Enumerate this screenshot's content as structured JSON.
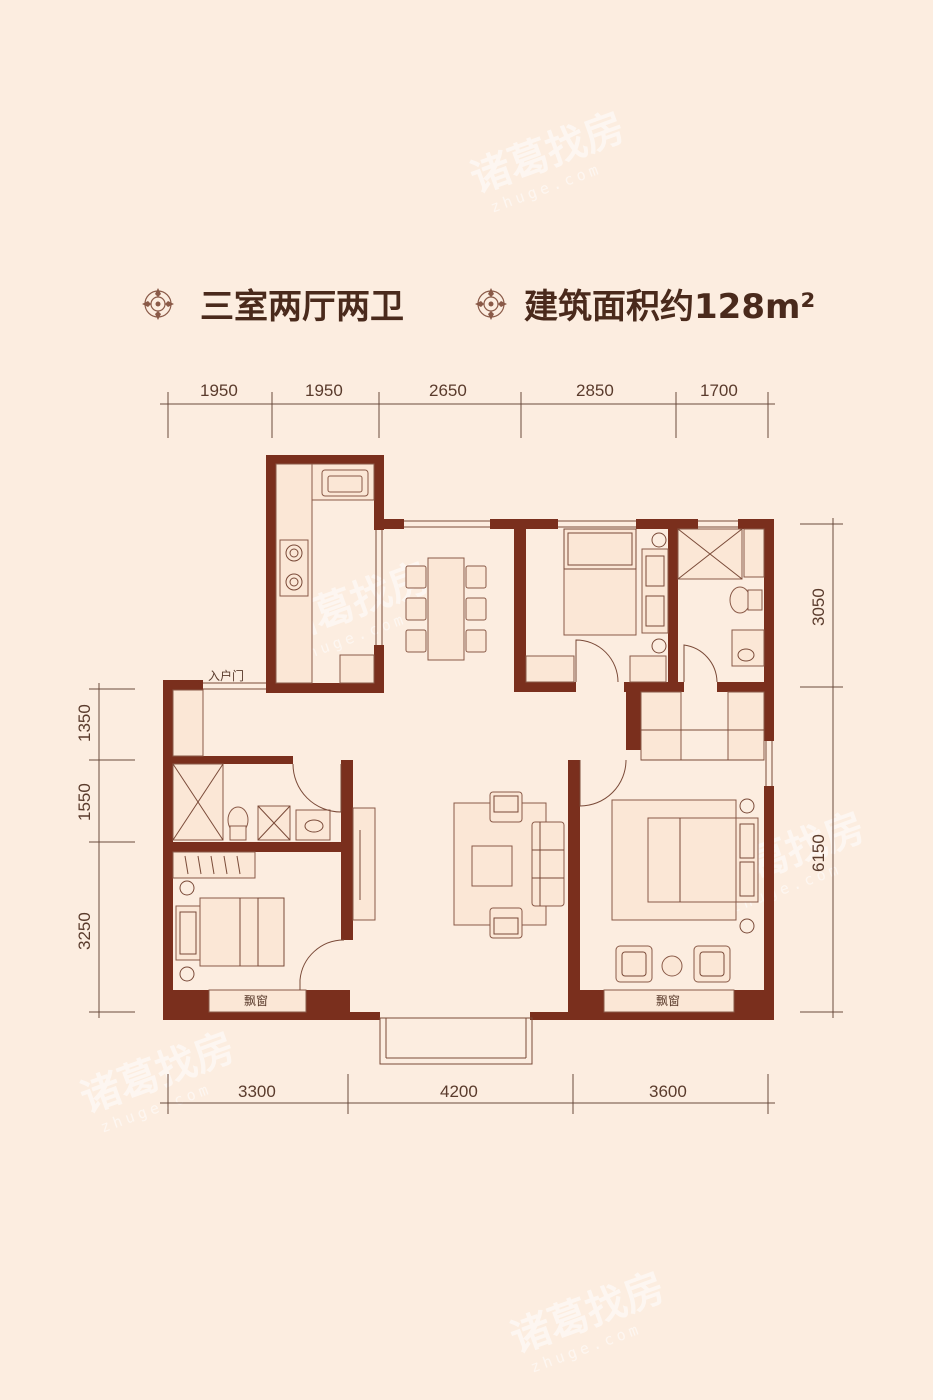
{
  "header": {
    "layout_label": "三室两厅两卫",
    "area_label": "建筑面积约128m²"
  },
  "dimensions": {
    "top": [
      "1950",
      "1950",
      "2650",
      "2850",
      "1700"
    ],
    "bottom": [
      "3300",
      "4200",
      "3600"
    ],
    "left": [
      "1350",
      "1550",
      "3250"
    ],
    "right": [
      "3050",
      "6150"
    ]
  },
  "labels": {
    "entrance": "入户门",
    "bay_window_left": "飘窗",
    "bay_window_right": "飘窗"
  },
  "watermark": {
    "name": "诸葛找房",
    "domain": "zhuge.com"
  },
  "colors": {
    "background": "#fcede0",
    "wall": "#7a2f1d",
    "text": "#4a2a1c"
  }
}
